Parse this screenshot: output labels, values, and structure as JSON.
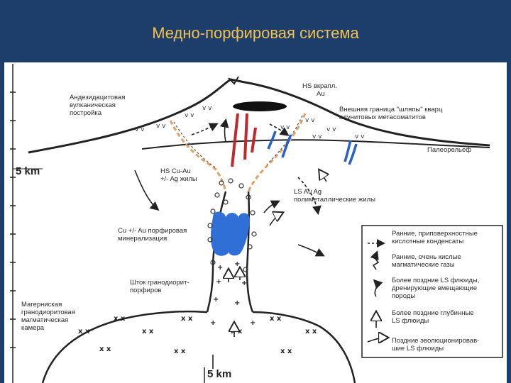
{
  "title": "Медно-порфировая система",
  "labels": {
    "andesite": [
      "Андезидацитовая",
      "вулканическая",
      "постройка"
    ],
    "hs_dissem": [
      "HS вкрапл.",
      "Au"
    ],
    "outer_boundary": [
      "Внешняя граница \"шляпы\" кварц",
      "алунитовых метасоматитов"
    ],
    "paleorelief": "Палеорельеф",
    "depth_top": "5 km",
    "hs_veins": [
      "HS Cu-Au",
      "+/- Ag жилы"
    ],
    "ls_veins": [
      "LS Au Ag",
      "полиметаллические жилы"
    ],
    "porphyry_min": [
      "Cu +/- Au порфировая",
      "минерализация"
    ],
    "stock": [
      "Шток гранодиорит-",
      "порфиров"
    ],
    "chamber": [
      "Магерниская",
      "гранодиоритовая",
      "магматическая",
      "камера"
    ],
    "depth_bottom": "5 km"
  },
  "legend": [
    {
      "icon": "dashed-arrow-icon",
      "lines": [
        "Ранние, приповерхностные",
        "кислотные конденсаты"
      ]
    },
    {
      "icon": "zigzag-arrow-icon",
      "lines": [
        "Ранние, очень кислые",
        "магматические газы"
      ]
    },
    {
      "icon": "wavy-arrow-icon",
      "lines": [
        "Более поздние LS флюиды,",
        "дренирующие вмещающие",
        "породы"
      ]
    },
    {
      "icon": "open-arrow-icon",
      "lines": [
        "Более поздние глубинные",
        "LS флюиды"
      ]
    },
    {
      "icon": "solid-arrow-icon",
      "lines": [
        "Поздние эволюционирoвав-",
        "шие LS флюиды"
      ]
    }
  ],
  "symbols": {
    "xx": "x x",
    "vv": "v v",
    "plus": "+",
    "circle": "o"
  },
  "colors": {
    "header_bg": "#1d3d6b",
    "title": "#f2c14e",
    "porphyry_body": "#2f6fd6",
    "hs_veins": "#c0282e",
    "ls_veins": "#2760c9",
    "alteration": "#e0a066"
  }
}
